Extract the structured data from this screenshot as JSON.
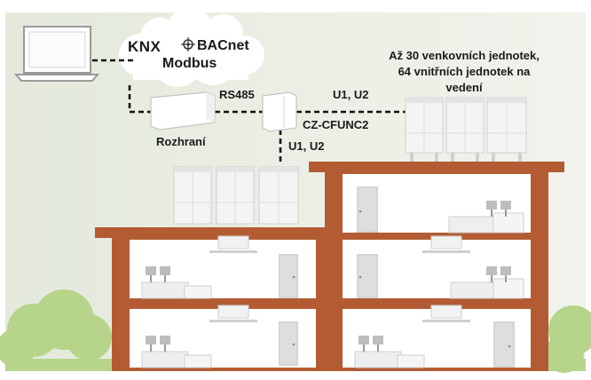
{
  "cloud": {
    "logos": {
      "knx": "KNX",
      "bacnet": "BACnet",
      "modbus": "Modbus"
    }
  },
  "links": {
    "rs485": "RS485",
    "u1u2_top": "U1, U2",
    "u1u2_side": "U1, U2"
  },
  "devices": {
    "interface": "Rozhraní",
    "controller": "CZ-CFUNC2"
  },
  "note": {
    "line1": "Až 30 venkovních jednotek,",
    "line2": "64 vnitřních jednotek na",
    "line3": "vedení"
  },
  "colors": {
    "background": "#ecefe6",
    "grass": "#b6d48a",
    "grass_dark": "#9fc274",
    "brick": "#b35c33",
    "brick_dark": "#9a4c28",
    "room": "#ffffff",
    "unit": "#f2f2f2",
    "unit_edge": "#cfcfcf",
    "door": "#d0d0d0",
    "line": "#111111"
  }
}
